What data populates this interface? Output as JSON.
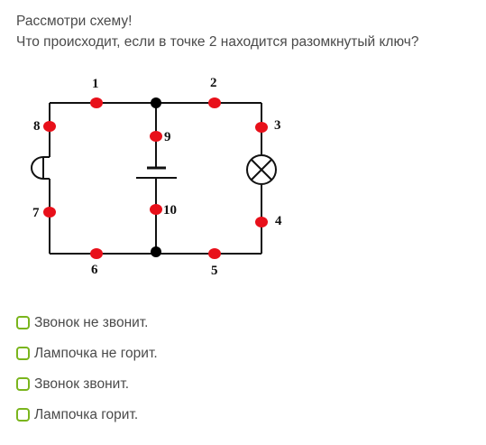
{
  "question": {
    "line1": "Рассмотри схему!",
    "line2": "Что происходит, если в точке 2 находится разомкнутый ключ?"
  },
  "diagram": {
    "point_labels": [
      "1",
      "2",
      "3",
      "4",
      "5",
      "6",
      "7",
      "8",
      "9",
      "10"
    ],
    "colors": {
      "point": "#e8101a",
      "wire": "#111111",
      "node": "#000000"
    }
  },
  "options": [
    {
      "label": "Звонок не звонит.",
      "checked": false
    },
    {
      "label": "Лампочка не горит.",
      "checked": false
    },
    {
      "label": "Звонок звонит.",
      "checked": false
    },
    {
      "label": "Лампочка горит.",
      "checked": false
    }
  ],
  "colors": {
    "checkbox_border": "#7ab51d",
    "text": "#4a4a4a"
  }
}
